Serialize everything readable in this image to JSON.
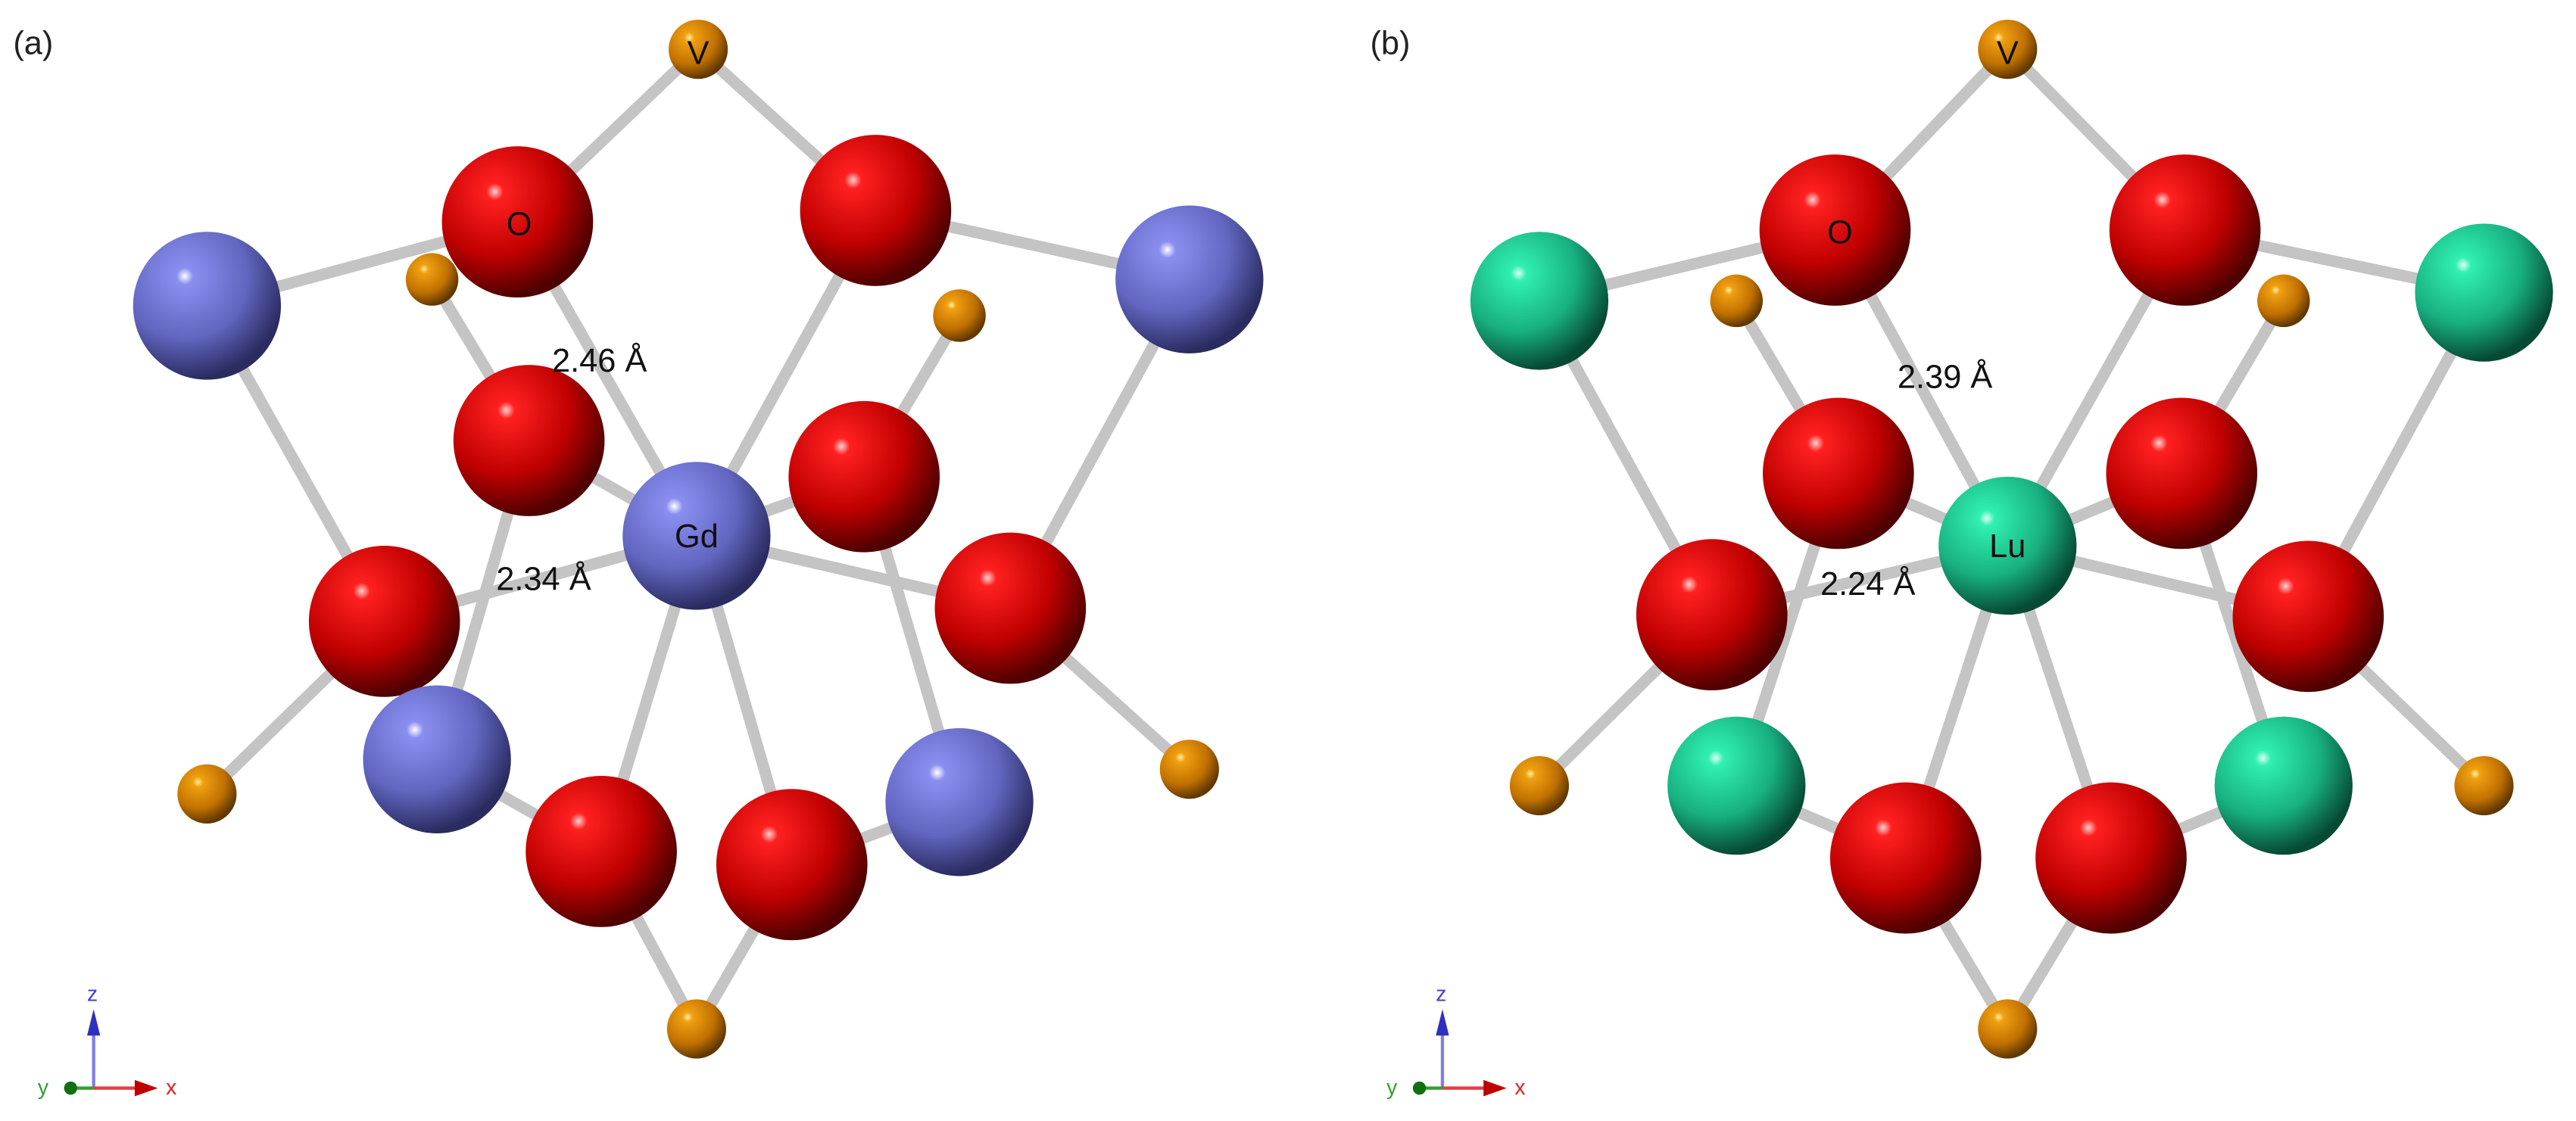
{
  "figure": {
    "panels": [
      {
        "id": "a",
        "label": "(a)",
        "center_atom": "Gd",
        "center_color": "#6b6fc7",
        "rare_earth_color": "#6b6fc7",
        "top_atom": "V",
        "oxygen_label": "O",
        "distances": [
          "2.46 Å",
          "2.34 Å"
        ],
        "axes": {
          "z": "z",
          "y": "y",
          "x": "x"
        }
      },
      {
        "id": "b",
        "label": "(b)",
        "center_atom": "Lu",
        "center_color": "#1fbf8f",
        "rare_earth_color": "#1fbf8f",
        "top_atom": "V",
        "oxygen_label": "O",
        "distances": [
          "2.39 Å",
          "2.24 Å"
        ],
        "axes": {
          "z": "z",
          "y": "y",
          "x": "x"
        }
      }
    ],
    "colors": {
      "oxygen": "#d40000",
      "vanadium": "#d98a00",
      "bond": "#c8c8c8",
      "axis_x": "#e02020",
      "axis_y": "#1a8a1a",
      "axis_z": "#4040d0"
    }
  }
}
